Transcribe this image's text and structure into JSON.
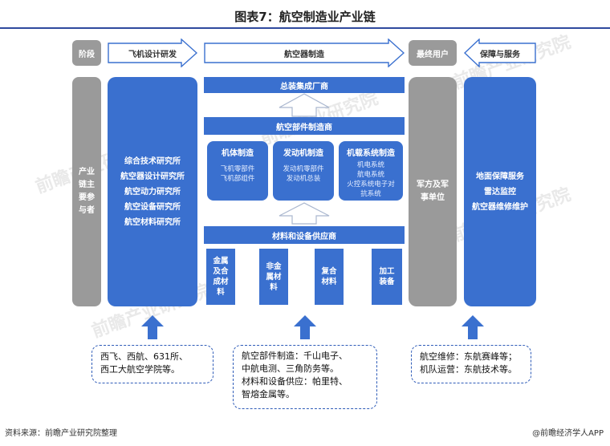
{
  "title": "图表7：航空制造业产业链",
  "header": {
    "stage_label": "阶段",
    "design_label": "飞机设计研发",
    "manufacture_label": "航空器制造",
    "end_user_label": "最终用户",
    "support_label": "保障与服务"
  },
  "left_column": {
    "label_lines": [
      "产业",
      "链主",
      "要参",
      "与者"
    ]
  },
  "design_column": {
    "items": [
      "综合技术研究所",
      "航空器设计研究所",
      "航空动力研究所",
      "航空设备研究所",
      "航空材料研究所"
    ]
  },
  "manufacture": {
    "integrator": "总装集成厂商",
    "component_maker": "航空部件制造商",
    "airframe": {
      "title": "机体制造",
      "lines": [
        "飞机零部件",
        "飞机部组件"
      ]
    },
    "engine": {
      "title": "发动机制造",
      "lines": [
        "发动机零部件",
        "发动机总装"
      ]
    },
    "avionics": {
      "title": "机载系统制造",
      "lines": [
        "机电系统",
        "航电系统",
        "火控系统电子对",
        "抗系统"
      ]
    },
    "materials_supplier": "材料和设备供应商",
    "materials": [
      [
        "金属",
        "及合",
        "成材",
        "料"
      ],
      [
        "非金",
        "属材",
        "料"
      ],
      [
        "复合",
        "材料"
      ],
      [
        "加工",
        "装备"
      ]
    ]
  },
  "end_user_column": {
    "lines": [
      "军方及军",
      "事单位"
    ]
  },
  "support_column": {
    "items": [
      "地面保障服务",
      "雷达监控",
      "航空器维修维护"
    ]
  },
  "notes": {
    "design": [
      "西飞、西航、631所、",
      "西工大航空学院等。"
    ],
    "manufacture": [
      "航空部件制造：千山电子、",
      "中航电测、三角防务等。",
      "材料和设备供应：帕里特、",
      "智熔金属等。"
    ],
    "service": [
      "航空维修：东航赛峰等；",
      "机队运营：东航技术等。"
    ]
  },
  "footer": {
    "source": "资料来源：前瞻产业研究院整理",
    "brand": "@前瞻经济学人APP"
  },
  "watermark": "前瞻产业研究院",
  "colors": {
    "blue": "#3a70cf",
    "grey": "#9a9a9a",
    "arrow_blue": "#3a70cf",
    "outline": "#2f5cb8"
  }
}
